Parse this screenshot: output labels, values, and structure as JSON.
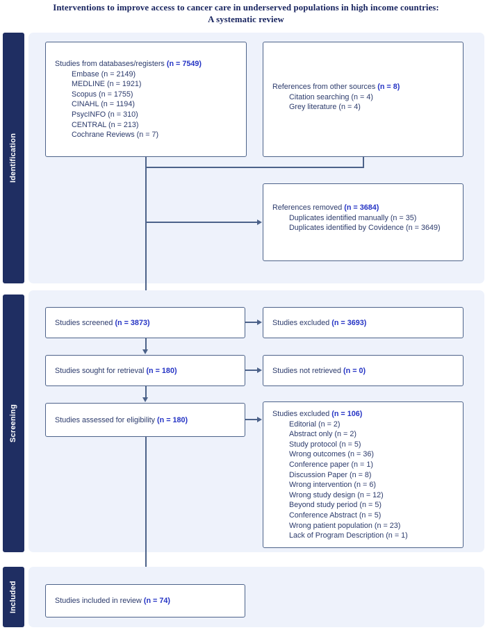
{
  "title": {
    "line1": "Interventions to improve access to cancer care in underserved populations in high income countries:",
    "line2": "A systematic review"
  },
  "stages": {
    "identification": "Identification",
    "screening": "Screening",
    "included": "Included"
  },
  "boxes": {
    "databases": {
      "header_text": "Studies from databases/registers ",
      "header_count": "(n = 7549)",
      "items": [
        "Embase (n = 2149)",
        "MEDLINE (n = 1921)",
        "Scopus (n = 1755)",
        "CINAHL (n = 1194)",
        "PsycINFO (n = 310)",
        "CENTRAL (n = 213)",
        "Cochrane Reviews (n = 7)"
      ]
    },
    "other_sources": {
      "header_text": "References from other sources ",
      "header_count": "(n = 8)",
      "items": [
        "Citation searching (n = 4)",
        "Grey literature (n = 4)"
      ]
    },
    "references_removed": {
      "header_text": "References removed ",
      "header_count": "(n = 3684)",
      "items": [
        "Duplicates identified manually (n = 35)",
        "Duplicates identified by Covidence (n = 3649)"
      ]
    },
    "screened": {
      "header_text": "Studies screened ",
      "header_count": "(n = 3873)"
    },
    "excluded_screened": {
      "header_text": "Studies excluded ",
      "header_count": "(n = 3693)"
    },
    "sought": {
      "header_text": "Studies sought for retrieval ",
      "header_count": "(n = 180)"
    },
    "not_retrieved": {
      "header_text": "Studies not retrieved ",
      "header_count": "(n = 0)"
    },
    "assessed": {
      "header_text": "Studies assessed for eligibility ",
      "header_count": "(n = 180)"
    },
    "excluded_eligibility": {
      "header_text": "Studies excluded ",
      "header_count": "(n = 106)",
      "items": [
        "Editorial (n = 2)",
        "Abstract only (n = 2)",
        "Study protocol (n = 5)",
        "Wrong outcomes (n = 36)",
        "Conference paper (n = 1)",
        "Discussion Paper (n = 8)",
        "Wrong intervention (n = 6)",
        "Wrong study design (n = 12)",
        "Beyond study period (n = 5)",
        "Conference Abstract (n = 5)",
        "Wrong patient population (n = 23)",
        "Lack of Program Description (n = 1)"
      ]
    },
    "included": {
      "header_text": "Studies included in review ",
      "header_count": "(n = 74)"
    }
  },
  "colors": {
    "band": "#1f2e62",
    "panel": "#eef2fb",
    "border": "#4c6289",
    "text": "#2b3a6b",
    "accent": "#2433c4",
    "title": "#17235e"
  }
}
